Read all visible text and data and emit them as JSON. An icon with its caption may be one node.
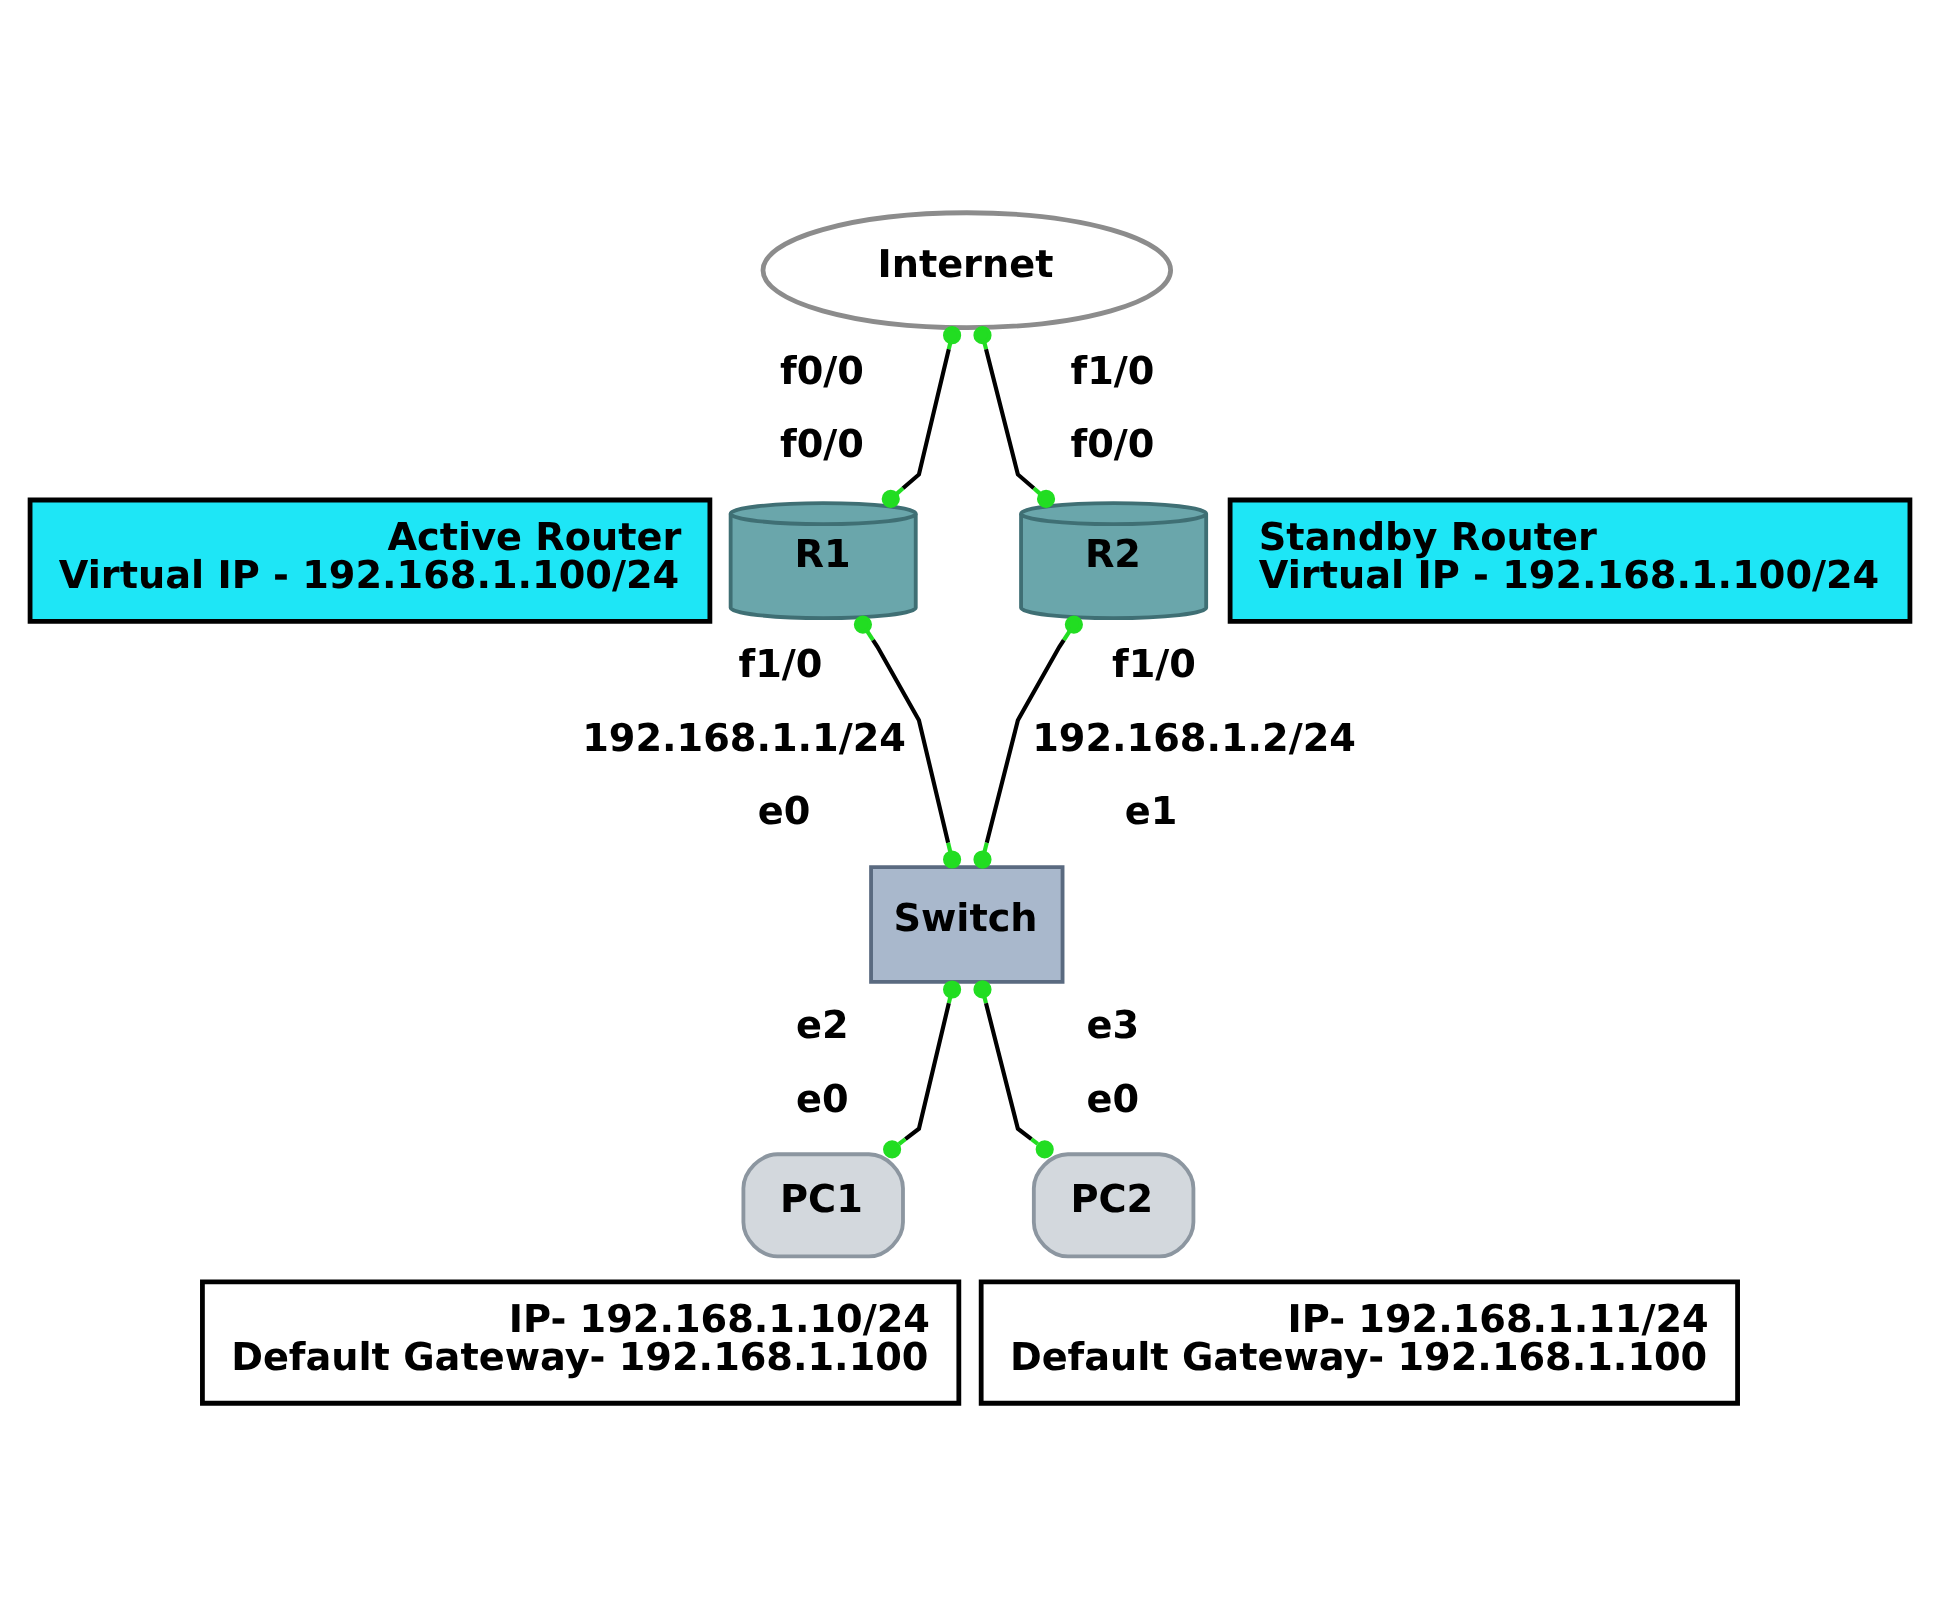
{
  "diagram": {
    "nodes": [
      {
        "text": [
          "Internet"
        ]
      },
      {
        "text": [
          "Active Router",
          "Virtual IP - 192.168.1.100/24"
        ]
      },
      {
        "text": [
          "R1"
        ]
      },
      {
        "text": [
          "R2"
        ]
      },
      {
        "text": [
          "Standby Router",
          "Virtual IP - 192.168.1.100/24"
        ]
      },
      {
        "text": [
          "Switch"
        ]
      },
      {
        "text": [
          "PC1"
        ]
      },
      {
        "text": [
          "PC2"
        ]
      },
      {
        "text": [
          "IP- 192.168.1.10/24",
          "Default Gateway- 192.168.1.100"
        ]
      },
      {
        "text": [
          "IP- 192.168.1.11/24",
          "Default Gateway- 192.168.1.100"
        ]
      }
    ],
    "edges": [
      {
        "from": 0,
        "to": 2,
        "arrow": "other"
      },
      {
        "from": 0,
        "to": 3,
        "arrow": "other"
      },
      {
        "from": 2,
        "to": 5,
        "arrow": "other"
      },
      {
        "from": 3,
        "to": 5,
        "arrow": "other"
      },
      {
        "from": 5,
        "to": 6,
        "arrow": "other"
      },
      {
        "from": 5,
        "to": 7,
        "arrow": "other"
      }
    ],
    "labels": [
      "f0/0",
      "f1/0",
      "f0/0",
      "f0/0",
      "f1/0",
      "f1/0",
      "192.168.1.1/24",
      "192.168.1.2/24",
      "e0",
      "e1",
      "e2",
      "e3",
      "e0",
      "e0"
    ]
  }
}
